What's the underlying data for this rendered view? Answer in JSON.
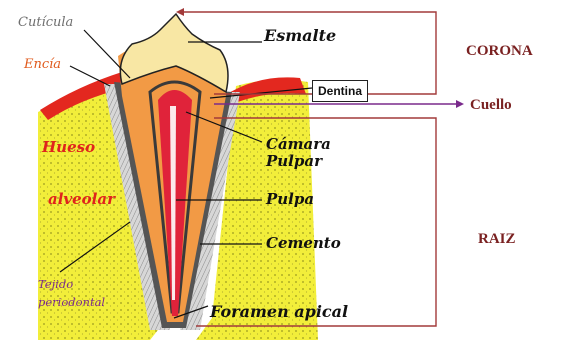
{
  "labels": {
    "cuticula": "Cutícula",
    "encia": "Encía",
    "hueso": "Hueso",
    "alveolar": "alveolar",
    "tejido_line1": "Tejido",
    "tejido_line2": "periodontal",
    "esmalte": "Esmalte",
    "dentina": "Dentina",
    "camara_line1": "Cámara",
    "camara_line2": "Pulpar",
    "pulpa": "Pulpa",
    "cemento": "Cemento",
    "foramen": "Foramen apical",
    "corona": "CORONA",
    "cuello": "Cuello",
    "raiz": "RAIZ"
  },
  "colors": {
    "bone": "#f2ee3a",
    "gum": "#e3281f",
    "enamel": "#f8e7a4",
    "dentin": "#f29a45",
    "pulp": "#e0233a",
    "cementum": "#555555",
    "periodontal": "#cdcdcd",
    "bracket": "#a23a3a",
    "cuello_arrow": "#7a2a8c"
  }
}
